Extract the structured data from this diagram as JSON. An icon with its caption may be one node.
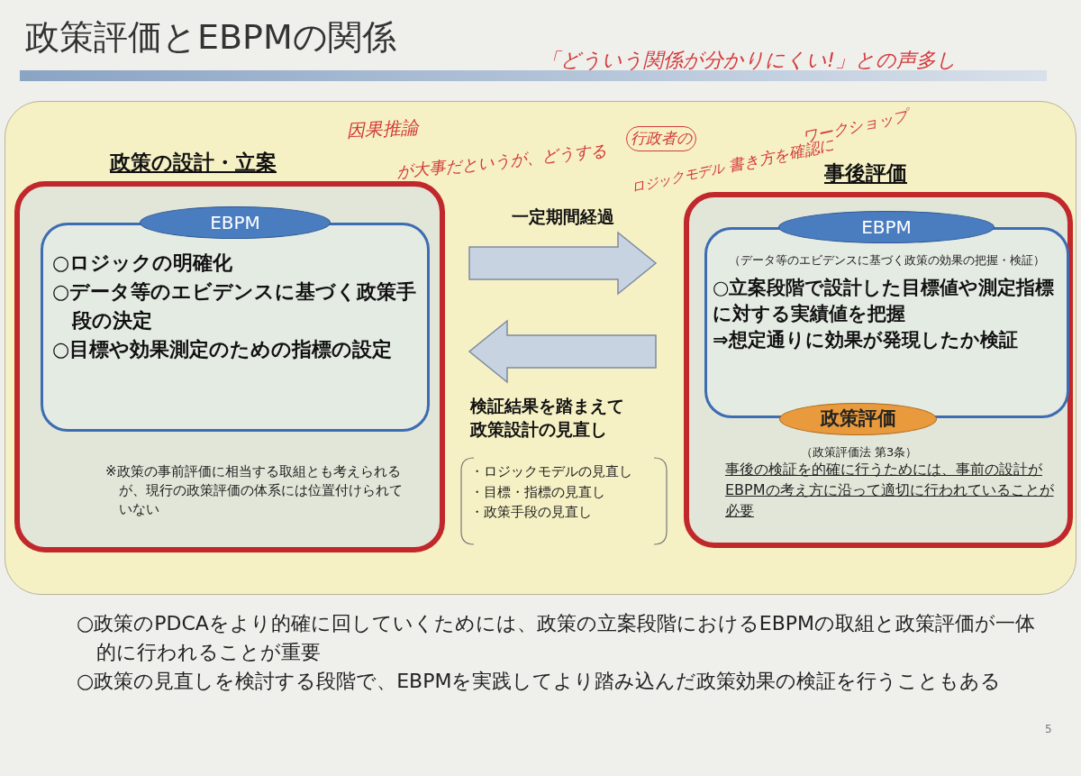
{
  "diagram": {
    "title": "政策評価とEBPMの関係",
    "nodes": [
      {
        "text": [],
        "shape": "box"
      },
      {
        "text": [
          "政策の設計・立案",
          "※政策の事前評価に相当する取組とも考えられるが、現行の政策評価の体系には位置付けられていない"
        ],
        "in": 0
      },
      {
        "text": [
          "○ロジックの明確化",
          "○データ等のエビデンスに基づく政策手段の決定",
          "○目標や効果測定のための指標の設定"
        ],
        "in": 1
      },
      {
        "text": [
          "EBPM"
        ],
        "in": 1
      },
      {
        "text": [
          "事後評価",
          "事後の検証を的確に行うためには、事前の設計がEBPMの考え方に沿って適切に行われていることが必要"
        ],
        "in": 0
      },
      {
        "text": [
          "（データ等のエビデンスに基づく政策の効果の把握・検証）",
          "○立案段階で設計した目標値や測定指標に対する実績値を把握",
          "⇒想定通りに効果が発現したか検証"
        ],
        "in": 4
      },
      {
        "text": [
          "EBPM"
        ],
        "in": 4
      },
      {
        "text": [
          "政策評価"
        ],
        "in": 4,
        "beside": [
          "（政策評価法 第3条）"
        ]
      }
    ],
    "edges": [
      {
        "from": 1,
        "to": 4,
        "arrow": "to",
        "label": "一定期間経過"
      },
      {
        "from": 4,
        "to": 1,
        "arrow": "to",
        "label": "検証結果を踏まえて政策設計の見直し"
      }
    ],
    "labels": [
      "「どういう関係が分かりにくい!」との声多し",
      "因果推論",
      "が大事だというが、どうする",
      "行政者の",
      "ロジックモデル",
      "書き方を確認に",
      "ワークショップ",
      "・ロジックモデルの見直し",
      "・目標・指標の見直し",
      "・政策手段の見直し",
      "○政策のPDCAをより的確に回していくためには、政策の立案段階におけるEBPMの取組と政策評価が一体的に行われることが重要",
      "○政策の見直しを検討する段階で、EBPMを実践してより踏み込んだ政策効果の検証を行うこともある",
      "5"
    ]
  }
}
